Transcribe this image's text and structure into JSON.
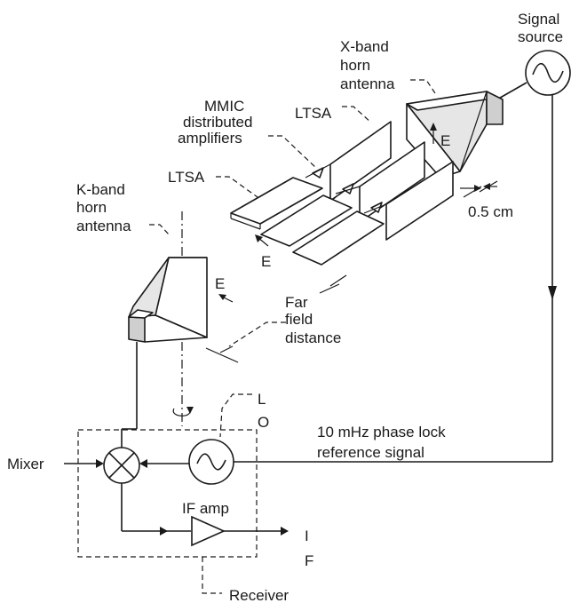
{
  "labels": {
    "signal_source_1": "Signal",
    "signal_source_2": "source",
    "xband_1": "X-band",
    "xband_2": "horn",
    "xband_3": "antenna",
    "ltsa_top": "LTSA",
    "mmic_1": "MMIC",
    "mmic_2": "distributed",
    "mmic_3": "amplifiers",
    "ltsa_left": "LTSA",
    "e_top": "E",
    "e_array": "E",
    "e_kband": "E",
    "spacing": "0.5 cm",
    "kband_1": "K-band",
    "kband_2": "horn",
    "kband_3": "antenna",
    "far_1": "Far",
    "far_2": "field",
    "far_3": "distance",
    "lo_1": "L",
    "lo_2": "O",
    "ref_1": "10 mHz phase lock",
    "ref_2": "reference signal",
    "mixer": "Mixer",
    "if_amp": "IF amp",
    "if_1": "I",
    "if_2": "F",
    "receiver": "Receiver"
  }
}
